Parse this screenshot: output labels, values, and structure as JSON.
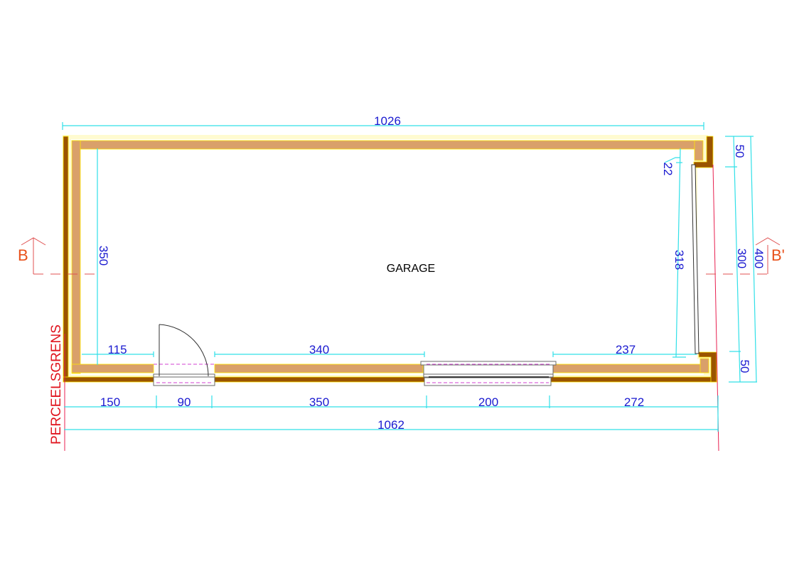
{
  "drawing": {
    "room_label": "GARAGE",
    "property_boundary_label": "PERCEELSGRENS",
    "section_markers": {
      "left": "B",
      "right": "B'"
    },
    "colors": {
      "outer_wall": "#9a5400",
      "inner_wall": "#d9a06a",
      "insulation": "#fffbd0",
      "dimension_line": "#30e0e8",
      "dimension_text": "#1a1ad0",
      "section_marker": "#e8501a",
      "property_boundary": "#e0141e",
      "opening_dashed": "#d040d0"
    }
  },
  "dimensions": {
    "top_overall": "1026",
    "left_inner_height": "350",
    "right_inner_height": "318",
    "right_small_offset": "22",
    "right_chain": [
      "50",
      "300",
      "50"
    ],
    "right_overall": "400",
    "bottom_inner": [
      "115",
      "340",
      "237"
    ],
    "bottom_chain": [
      "150",
      "90",
      "350",
      "200",
      "272"
    ],
    "bottom_overall": "1062"
  },
  "openings": [
    {
      "type": "door",
      "width": "90"
    },
    {
      "type": "window",
      "width": "200"
    },
    {
      "type": "side-window",
      "width": "300"
    }
  ]
}
